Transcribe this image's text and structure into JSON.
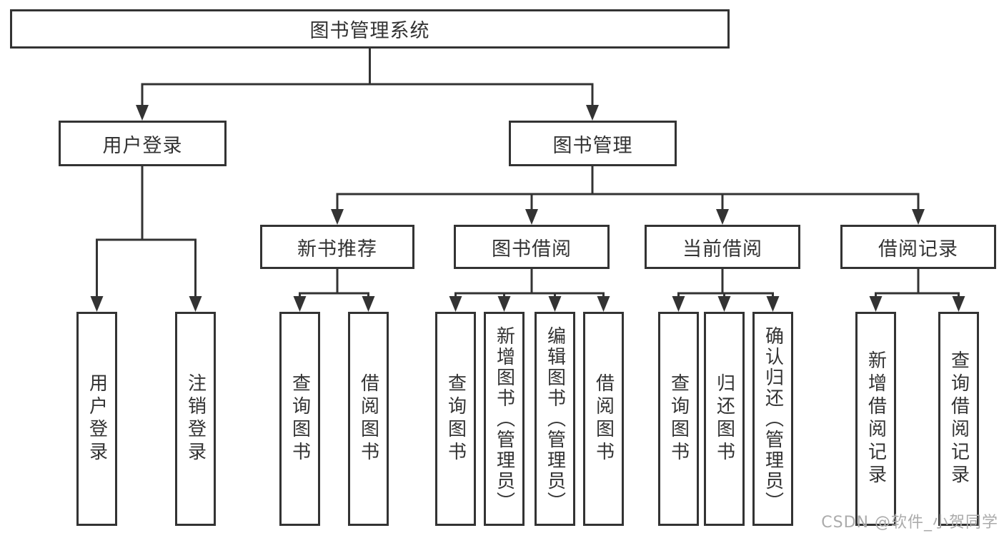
{
  "diagram": {
    "root": {
      "label": "图书管理系统",
      "children": [
        {
          "label": "用户登录",
          "children": [
            {
              "label": "用户登录"
            },
            {
              "label": "注销登录"
            }
          ]
        },
        {
          "label": "图书管理",
          "children": [
            {
              "label": "新书推荐",
              "children": [
                {
                  "label": "查询图书"
                },
                {
                  "label": "借阅图书"
                }
              ]
            },
            {
              "label": "图书借阅",
              "children": [
                {
                  "label": "查询图书"
                },
                {
                  "label": "新增图书（管理员）"
                },
                {
                  "label": "编辑图书（管理员）"
                },
                {
                  "label": "借阅图书"
                }
              ]
            },
            {
              "label": "当前借阅",
              "children": [
                {
                  "label": "查询图书"
                },
                {
                  "label": "归还图书"
                },
                {
                  "label": "确认归还（管理员）"
                }
              ]
            },
            {
              "label": "借阅记录",
              "children": [
                {
                  "label": "新增借阅记录"
                },
                {
                  "label": "查询借阅记录"
                }
              ]
            }
          ]
        }
      ]
    }
  },
  "colors": {
    "box_border": "#333333",
    "line": "#333333",
    "background": "#ffffff",
    "watermark": "#ababab"
  },
  "watermark": {
    "text": "CSDN @软件_小贺同学"
  }
}
